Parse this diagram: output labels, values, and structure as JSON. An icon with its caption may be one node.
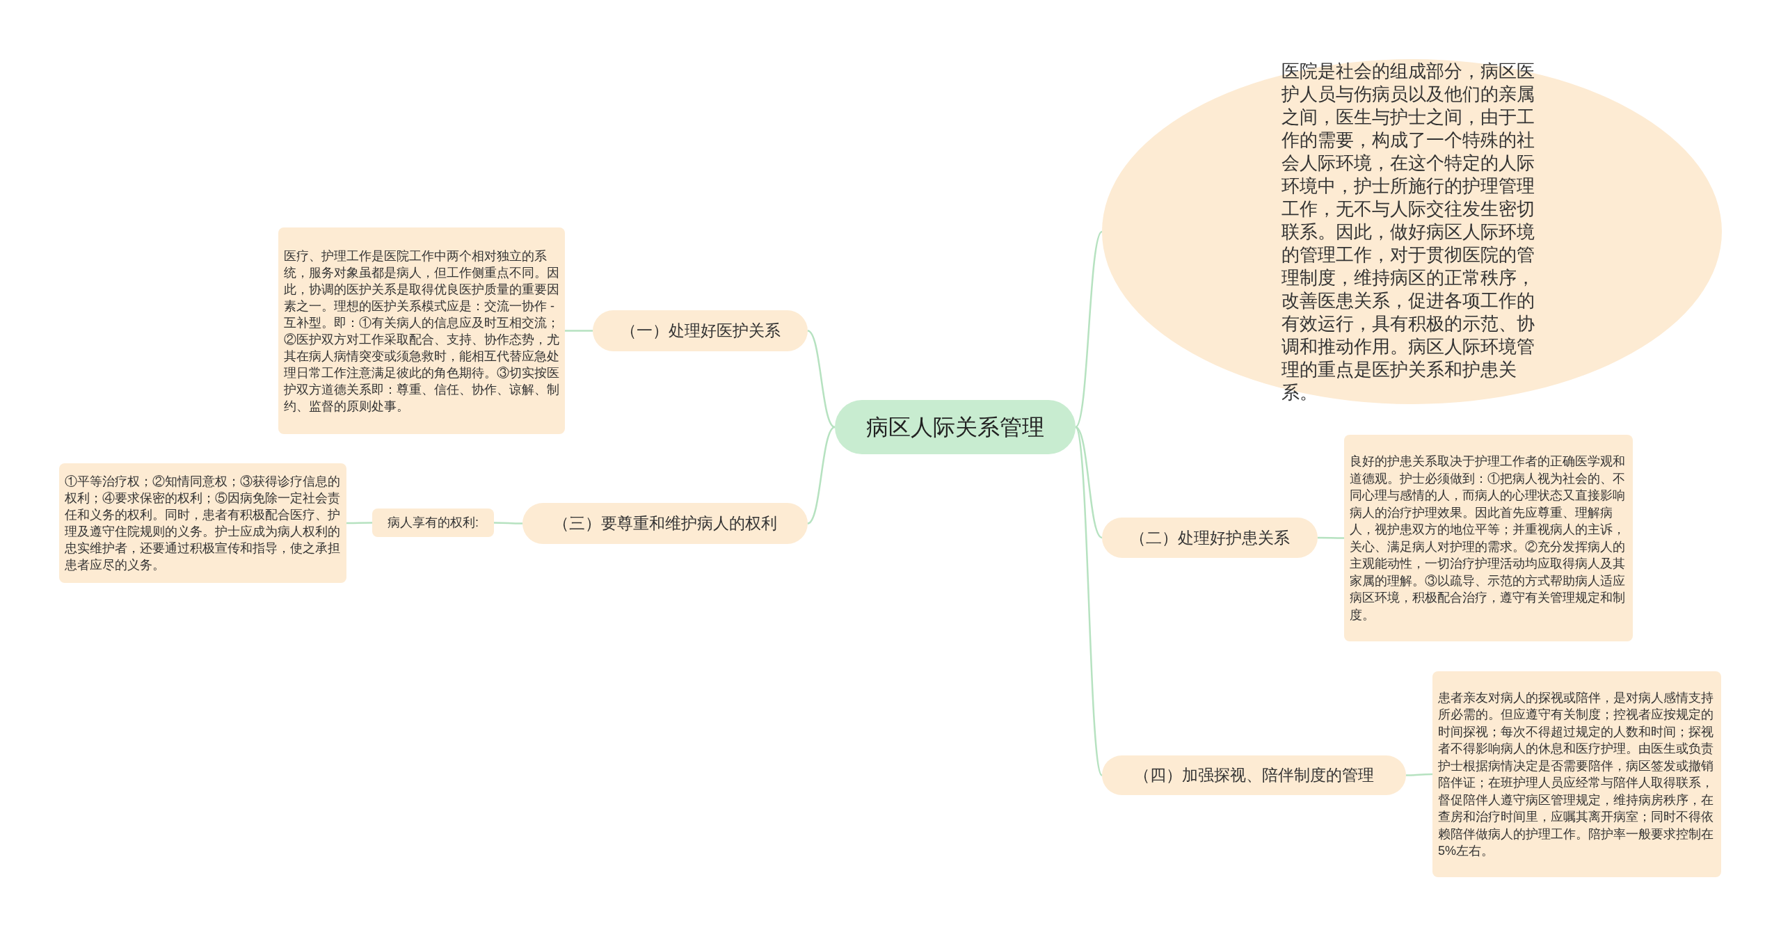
{
  "diagram": {
    "nodes": [
      {
        "text": [
          "病区人际关系管理"
        ]
      },
      {
        "text": [
          "（一）处理好医护关系"
        ]
      },
      {
        "text": [
          "医疗、护理工作是医院工作中两个相对独立的系统，服务对象虽都是病人，但工作侧重点不同。因此，协调的医护关系是取得优良医护质量的重要因素之一。理想的医护关系模式应是：交流一协作 - 互补型。即：①有关病人的信息应及时互相交流；②医护双方对工作采取配合、支持、协作态势，尤其在病人病情突变或须急救时，能相互代替应急处理日常工作注意满足彼此的角色期待。③切实按医护双方道德关系即：尊重、信任、协作、谅解、制约、监督的原则处事。"
        ]
      },
      {
        "text": [
          "（三）要尊重和维护病人的权利"
        ]
      },
      {
        "text": [
          "病人享有的权利:"
        ]
      },
      {
        "text": [
          "①平等治疗权；②知情同意权；③获得诊疗信息的权利；④要求保密的权利；⑤因病免除一定社会责任和义务的权利。同时，患者有积极配合医疗、护理及遵守住院规则的义务。护士应成为病人权利的忠实维护者，还要通过积极宣传和指导，使之承担患者应尽的义务。"
        ]
      },
      {
        "text": [
          "医院是社会的组成部分，病区医护人员与伤病员以及他们的亲属之间，医生与护士之间，由于工作的需要，构成了一个特殊的社会人际环境，在这个特定的人际环境中，护士所施行的护理管理工作，无不与人际交往发生密切联系。因此，做好病区人际环境的管理工作，对于贯彻医院的管理制度，维持病区的正常秩序，改善医患关系，促进各项工作的有效运行，具有积极的示范、协调和推动作用。病区人际环境管理的重点是医护关系和护患关系。"
        ]
      },
      {
        "text": [
          "（二）处理好护患关系"
        ]
      },
      {
        "text": [
          "良好的护患关系取决于护理工作者的正确医学观和道德观。护士必须做到：①把病人视为社会的、不同心理与感情的人，而病人的心理状态又直接影响病人的治疗护理效果。因此首先应尊重、理解病人，视护患双方的地位平等；并重视病人的主诉，关心、满足病人对护理的需求。②充分发挥病人的主观能动性，一切治疗护理活动均应取得病人及其家属的理解。③以疏导、示范的方式帮助病人适应病区环境，积极配合治疗，遵守有关管理规定和制度。"
        ]
      },
      {
        "text": [
          "（四）加强探视、陪伴制度的管理"
        ]
      },
      {
        "text": [
          "患者亲友对病人的探视或陪伴，是对病人感情支持所必需的。但应遵守有关制度；控视者应按规定的时间探视；每次不得超过规定的人数和时间；探视者不得影响病人的休息和医疗护理。由医生或负责护士根据病情决定是否需要陪伴，病区签发或撤销陪伴证；在班护理人员应经常与陪伴人取得联系，督促陪伴人遵守病区管理规定，维持病房秩序，在查房和治疗时间里，应嘱其离开病室；同时不得依赖陪伴做病人的护理工作。陪护率一般要求控制在5%左右。"
        ]
      }
    ],
    "edges": [
      {
        "from": 0,
        "to": 1,
        "arrow": "none"
      },
      {
        "from": 1,
        "to": 2,
        "arrow": "none"
      },
      {
        "from": 0,
        "to": 3,
        "arrow": "none"
      },
      {
        "from": 3,
        "to": 4,
        "arrow": "none"
      },
      {
        "from": 4,
        "to": 5,
        "arrow": "none"
      },
      {
        "from": 0,
        "to": 6,
        "arrow": "none"
      },
      {
        "from": 0,
        "to": 7,
        "arrow": "none"
      },
      {
        "from": 7,
        "to": 8,
        "arrow": "none"
      },
      {
        "from": 0,
        "to": 9,
        "arrow": "none"
      },
      {
        "from": 9,
        "to": 10,
        "arrow": "none"
      }
    ]
  }
}
